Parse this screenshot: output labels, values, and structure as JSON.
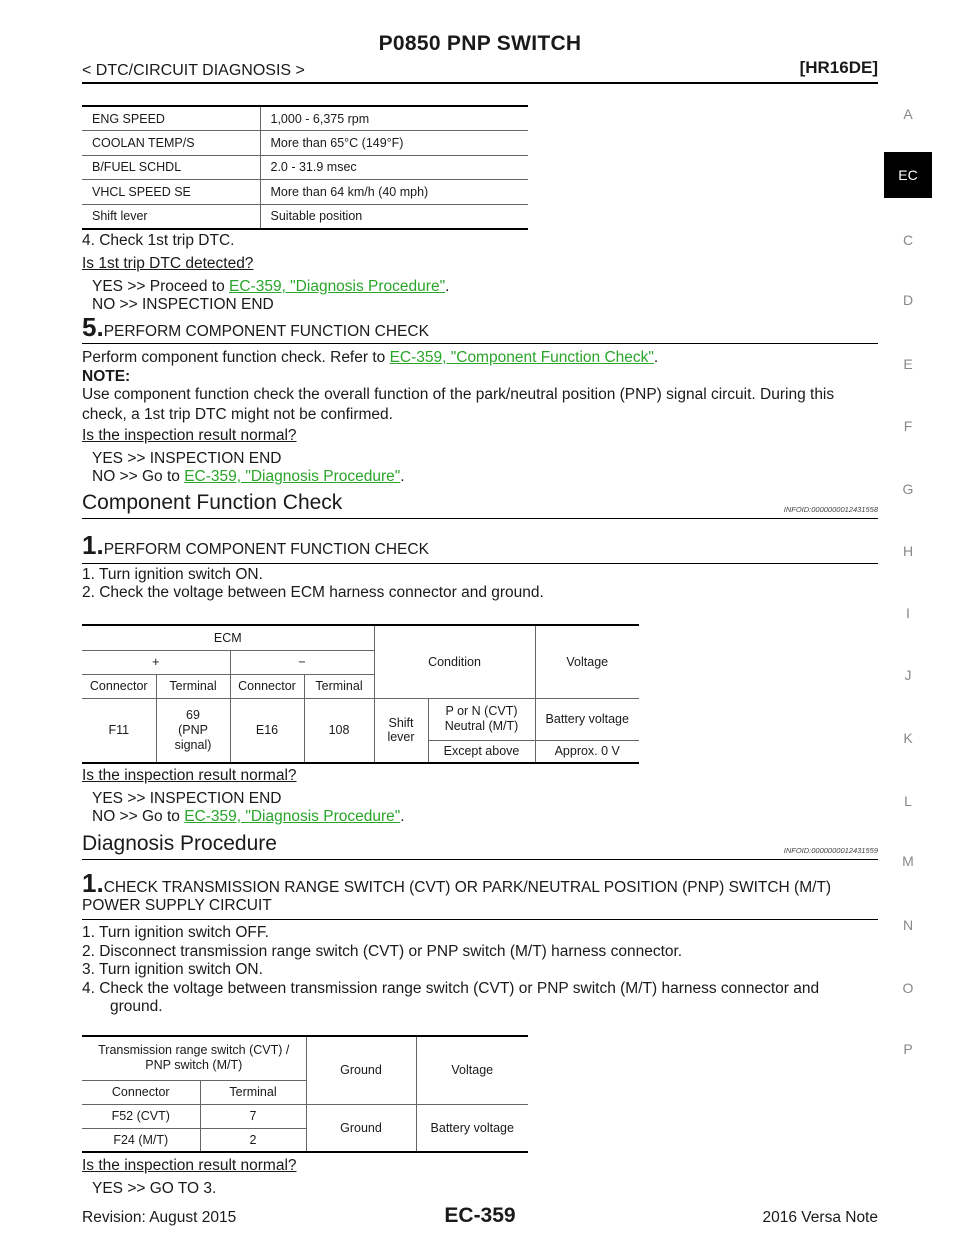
{
  "header": {
    "title": "P0850 PNP SWITCH",
    "breadcrumb": "< DTC/CIRCUIT DIAGNOSIS >",
    "engine": "[HR16DE]"
  },
  "side_index": {
    "letters": [
      "A",
      "EC",
      "C",
      "D",
      "E",
      "F",
      "G",
      "H",
      "I",
      "J",
      "K",
      "L",
      "M",
      "N",
      "O",
      "P"
    ],
    "active": "EC"
  },
  "spec_table": {
    "rows": [
      [
        "ENG SPEED",
        "1,000 - 6,375 rpm"
      ],
      [
        "COOLAN TEMP/S",
        "More than 65°C (149°F)"
      ],
      [
        "B/FUEL SCHDL",
        "2.0 - 31.9 msec"
      ],
      [
        "VHCL SPEED SE",
        "More than 64 km/h (40 mph)"
      ],
      [
        "Shift lever",
        "Suitable position"
      ]
    ]
  },
  "step4": {
    "text": "4.   Check 1st trip DTC.",
    "question": "Is 1st trip DTC detected?",
    "yes_prefix": "YES     >> Proceed to ",
    "yes_link": "EC-359, \"Diagnosis Procedure\"",
    "yes_suffix": ".",
    "no": "NO      >> INSPECTION END"
  },
  "step5": {
    "num": "5.",
    "title": "PERFORM COMPONENT FUNCTION CHECK",
    "text_prefix": "Perform component function check. Refer to ",
    "link": "EC-359, \"Component Function Check\"",
    "text_suffix": ".",
    "note_label": "NOTE:",
    "note": "Use component function check the overall function of the park/neutral position (PNP) signal circuit. During this check, a 1st trip DTC might not be confirmed.",
    "question": "Is the inspection result normal?",
    "yes": "YES     >> INSPECTION END",
    "no_prefix": "NO      >> Go to ",
    "no_link": "EC-359, \"Diagnosis Procedure\"",
    "no_suffix": "."
  },
  "component_check": {
    "title": "Component Function Check",
    "infoid": "INFOID:0000000012431558",
    "step_num": "1.",
    "step_title": "PERFORM COMPONENT FUNCTION CHECK",
    "instr1": "1.   Turn ignition switch ON.",
    "instr2": "2.   Check the voltage between ECM harness connector and ground.",
    "table": {
      "ecm": "ECM",
      "condition": "Condition",
      "voltage": "Voltage",
      "plus": "+",
      "minus": "−",
      "connector": "Connector",
      "terminal": "Terminal",
      "conn_plus": "F11",
      "term_plus": "69\n(PNP\nsignal)",
      "conn_minus": "E16",
      "term_minus": "108",
      "shift_lever": "Shift\nlever",
      "cond1": "P or N (CVT)\nNeutral (M/T)",
      "volt1": "Battery voltage",
      "cond2": "Except above",
      "volt2": "Approx. 0 V"
    },
    "question": "Is the inspection result normal?",
    "yes": "YES     >> INSPECTION END",
    "no_prefix": "NO      >> Go to ",
    "no_link": "EC-359, \"Diagnosis Procedure\"",
    "no_suffix": "."
  },
  "diagnosis": {
    "title": "Diagnosis Procedure",
    "infoid": "INFOID:0000000012431559",
    "step_num": "1.",
    "step_title_line1": "CHECK TRANSMISSION RANGE SWITCH (CVT) OR PARK/NEUTRAL POSITION (PNP) SWITCH (M/T)",
    "step_title_line2": "POWER SUPPLY CIRCUIT",
    "instr1": "1.   Turn ignition switch OFF.",
    "instr2": "2.   Disconnect transmission range switch (CVT) or PNP switch (M/T) harness connector.",
    "instr3": "3.   Turn ignition switch ON.",
    "instr4_line1": "4.   Check the voltage between transmission range switch (CVT) or PNP switch (M/T) harness connector and",
    "instr4_line2": "ground.",
    "table": {
      "switch_header": "Transmission range switch (CVT) /\nPNP switch (M/T)",
      "ground": "Ground",
      "voltage": "Voltage",
      "connector": "Connector",
      "terminal": "Terminal",
      "row1_conn": "F52 (CVT)",
      "row1_term": "7",
      "row2_conn": "F24 (M/T)",
      "row2_term": "2",
      "ground_val": "Ground",
      "voltage_val": "Battery voltage"
    },
    "question": "Is the inspection result normal?",
    "yes": "YES     >> GO TO 3."
  },
  "footer": {
    "revision": "Revision: August 2015",
    "page": "EC-359",
    "model": "2016 Versa Note"
  }
}
